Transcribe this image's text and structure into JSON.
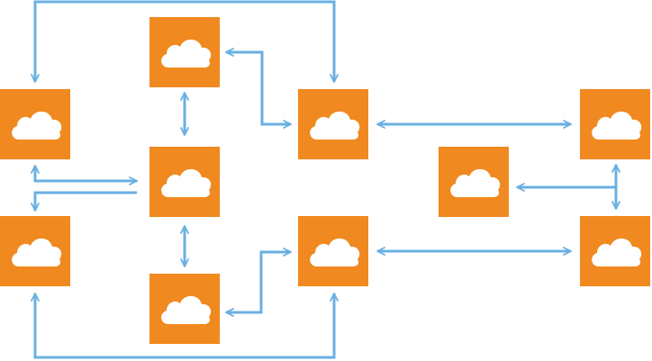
{
  "colors": {
    "node_fill": "#F0891F",
    "icon_fill": "#FFFFFF",
    "connector": "#6AB0E2",
    "background": "#FFFFFF"
  },
  "icon": "cloud-icon",
  "nodes": [
    {
      "id": "left-top"
    },
    {
      "id": "left-bottom"
    },
    {
      "id": "center-top"
    },
    {
      "id": "center-mid"
    },
    {
      "id": "center-bottom"
    },
    {
      "id": "hub-top"
    },
    {
      "id": "hub-bottom"
    },
    {
      "id": "right-mid"
    },
    {
      "id": "far-top"
    },
    {
      "id": "far-bottom"
    }
  ],
  "connections": [
    {
      "from": "center-top",
      "to": "center-mid",
      "arrows": "both"
    },
    {
      "from": "center-mid",
      "to": "center-bottom",
      "arrows": "both"
    },
    {
      "from": "center-top",
      "to": "hub-top",
      "arrows": "both"
    },
    {
      "from": "center-bottom",
      "to": "hub-bottom",
      "arrows": "both"
    },
    {
      "from": "left-top",
      "to": "center-mid",
      "arrows": "forward"
    },
    {
      "from": "center-mid",
      "to": "left-bottom",
      "arrows": "forward"
    },
    {
      "from": "left-top",
      "to": "hub-top",
      "arrows": "both"
    },
    {
      "from": "left-bottom",
      "to": "hub-bottom",
      "arrows": "both"
    },
    {
      "from": "hub-top",
      "to": "far-top",
      "arrows": "both"
    },
    {
      "from": "hub-bottom",
      "to": "far-bottom",
      "arrows": "both"
    },
    {
      "from": "right-mid",
      "to": "far-top",
      "arrows": "both"
    },
    {
      "from": "right-mid",
      "to": "far-bottom",
      "arrows": "both"
    }
  ]
}
